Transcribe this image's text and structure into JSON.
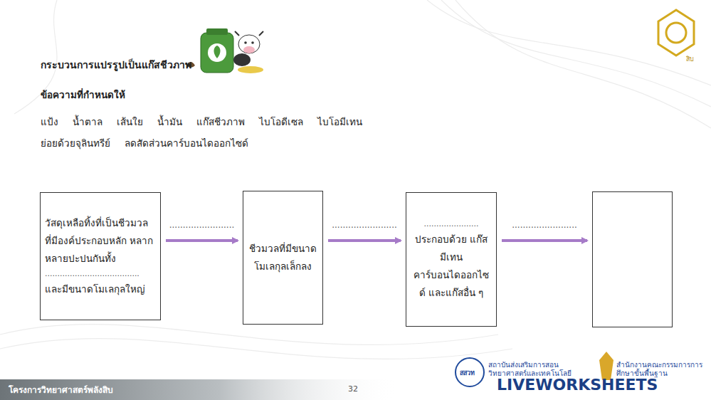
{
  "diagram": {
    "title": "กระบวนการแปรรูปเป็นแก๊สชีวภาพ",
    "nodes": [
      {
        "text": [
          "วัสดุเหลือทิ้งที่เป็นชีวมวล ที่มีองค์ประกอบหลัก หลากหลายปะปนกันทั้ง",
          "......................................",
          "และมีขนาดโมเลกุลใหญ่"
        ]
      },
      {
        "text": [
          "ชีวมวลที่มีขนาด โมเลกุลเล็กลง"
        ]
      },
      {
        "text": [
          "......................",
          "ประกอบด้วย แก๊สมีเทน คาร์บอนไดออกไซด์ และแก๊สอื่น ๆ"
        ]
      },
      {
        "text": []
      }
    ],
    "edges": [
      {
        "from": 0,
        "to": 1,
        "arrow": "to",
        "label": "........................"
      },
      {
        "from": 1,
        "to": 2,
        "arrow": "to",
        "label": "........................"
      },
      {
        "from": 2,
        "to": 3,
        "arrow": "to",
        "label": "........................"
      }
    ],
    "labels": [
      "ข้อความที่กำหนดให้",
      "แป้ง",
      "น้ำตาล",
      "เส้นใย",
      "น้ำมัน",
      "แก๊สชีวภาพ",
      "ไบโอดีเซล",
      "ไบโอมีเทน",
      "ย่อยด้วยจุลินทรีย์",
      "ลดสัดส่วนคาร์บอนไดออกไซด์",
      "โครงการวิทยาศาสตร์พลังสิบ",
      "32",
      "สสวท",
      "สถาบันส่งเสริมการสอนวิทยาศาสตร์และเทคโนโลยี",
      "สำนักงานคณะกรรมการการศึกษาขั้นพื้นฐาน",
      "LIVEWORKSHEETS",
      "สิบ"
    ]
  }
}
